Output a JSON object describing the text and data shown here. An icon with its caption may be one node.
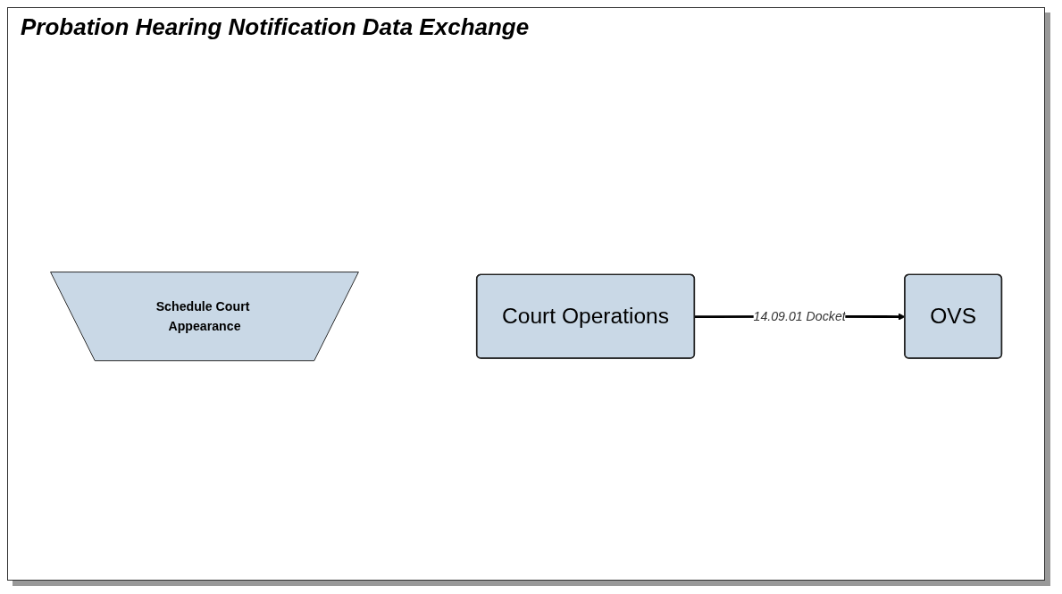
{
  "diagram": {
    "title": "Probation Hearing Notification Data Exchange",
    "nodes": [
      {
        "text": [
          "Schedule Court Appearance"
        ]
      },
      {
        "text": [
          "Court Operations"
        ]
      },
      {
        "text": [
          "OVS"
        ]
      }
    ],
    "edges": [
      {
        "from": 1,
        "to": 2,
        "arrow": "to",
        "label": "14.09.01 Docket"
      }
    ]
  }
}
